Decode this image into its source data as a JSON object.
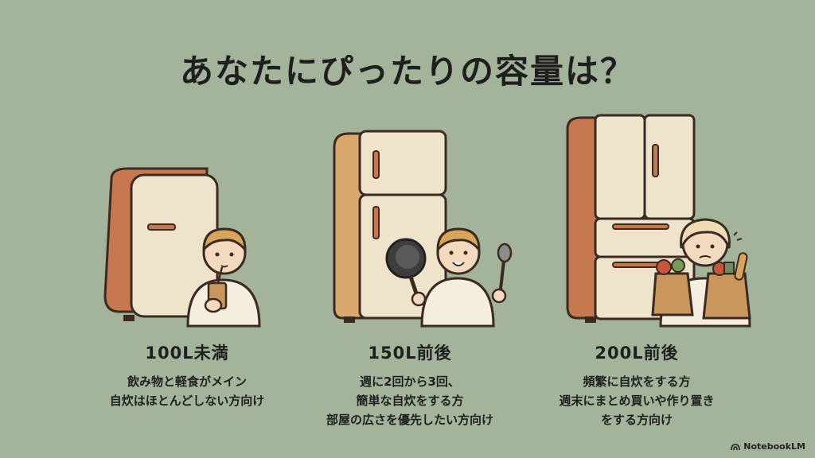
{
  "title": "あなたにぴったりの容量は？",
  "options": [
    {
      "capacity": "100L未満",
      "lines": [
        "飲み物と軽食がメイン",
        "自炊はほとんどしない方向け"
      ]
    },
    {
      "capacity": "150L前後",
      "lines": [
        "週に2回から3回、",
        "簡単な自炊をする方",
        "部屋の広さを優先したい方向け"
      ]
    },
    {
      "capacity": "200L前後",
      "lines": [
        "頻繁に自炊をする方",
        "週末にまとめ買いや作り置き",
        "をする方向け"
      ]
    }
  ],
  "brand": "NotebookLM",
  "colors": {
    "background": "#a3b49a",
    "fridge_body": "#efe3cc",
    "fridge_side": "#c8784e",
    "outline": "#3a2a22"
  }
}
